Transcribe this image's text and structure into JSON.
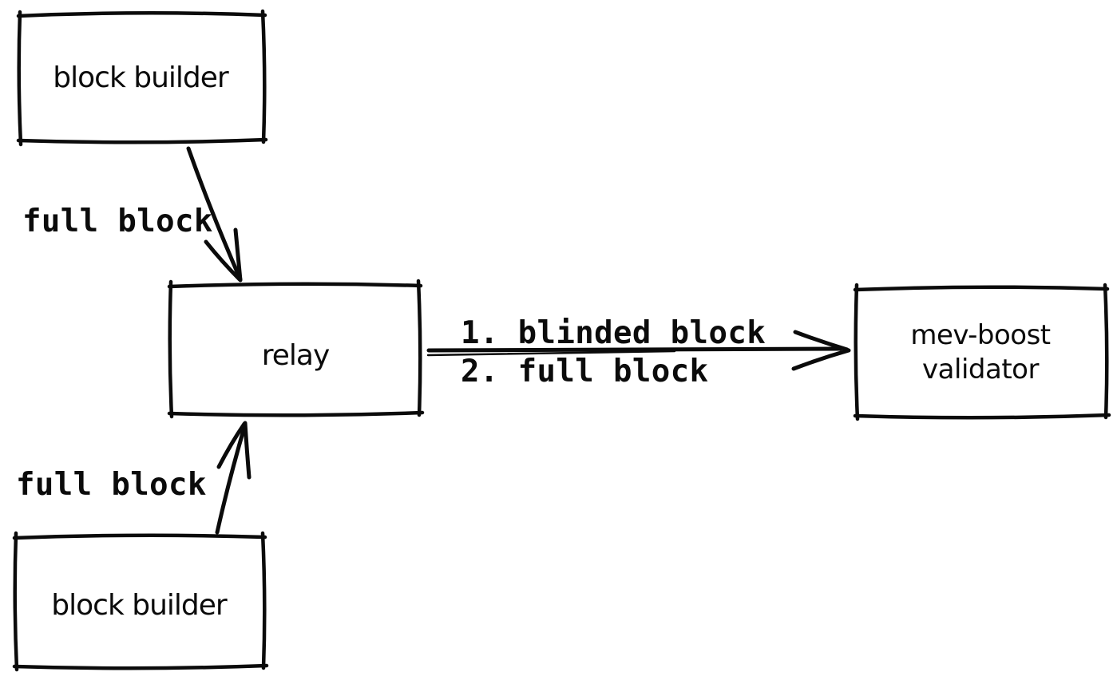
{
  "diagram": {
    "type": "flow-diagram",
    "style": "hand-drawn-sketch",
    "background_color": "#ffffff",
    "stroke_color": "#0b0b0b",
    "nodes": {
      "builder_top": {
        "label": "block builder"
      },
      "relay": {
        "label": "relay"
      },
      "validator": {
        "label_line1": "mev-boost",
        "label_line2": "validator"
      },
      "builder_bottom": {
        "label": "block builder"
      }
    },
    "edges": {
      "builder_top_to_relay": {
        "label": "full block",
        "direction": "builder_top -> relay"
      },
      "builder_bottom_to_relay": {
        "label": "full block",
        "direction": "builder_bottom -> relay"
      },
      "relay_to_validator": {
        "label_line1": "1. blinded block",
        "label_line2": "2. full block",
        "direction": "relay -> validator"
      }
    }
  }
}
